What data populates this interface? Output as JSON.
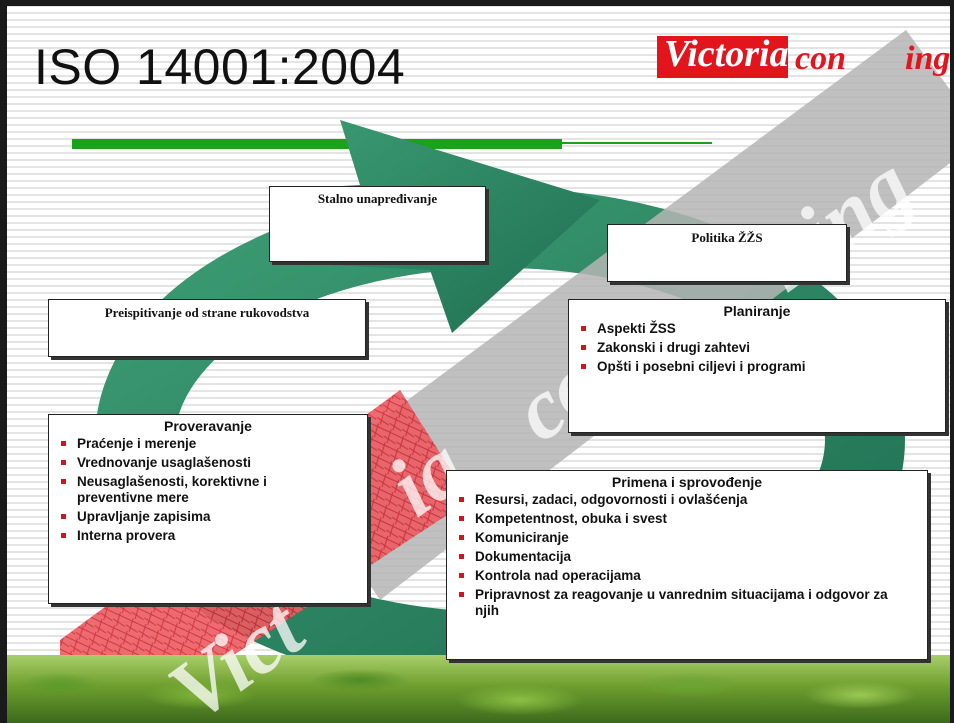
{
  "slide": {
    "title": "ISO 14001:2004",
    "logo": {
      "word1": "Victoria",
      "word2": "con",
      "word3": "ing",
      "brand_color": "#e3151c"
    },
    "watermark": [
      "Vict",
      "ia",
      "co",
      "lting"
    ]
  },
  "colors": {
    "arrow_green": "#2f8a66",
    "accent_bar": "#1aa31a",
    "bullet_red": "#d0161b",
    "watermark_red": "#ec5b62",
    "watermark_gray": "#b5b5b5"
  },
  "boxes": {
    "stalno": {
      "title": "Stalno unapređivanje"
    },
    "politika": {
      "title": "Politika ŽŽS"
    },
    "preispitivanje": {
      "title": "Preispitivanje od strane  rukovodstva"
    },
    "planiranje": {
      "title": "Planiranje",
      "items": [
        "Aspekti ŽSS",
        "Zakonski i drugi zahtevi",
        "Opšti i posebni ciljevi i programi"
      ]
    },
    "proveravanje": {
      "title": "Proveravanje",
      "items": [
        "Praćenje i merenje",
        "Vrednovanje usaglašenosti",
        "Neusaglašenosti, korektivne i preventivne mere",
        "Upravljanje zapisima",
        "Interna provera"
      ]
    },
    "primena": {
      "title": "Primena i sprovođenje",
      "items": [
        "Resursi, zadaci, odgovornosti i ovlašćenja",
        "Kompetentnost, obuka i svest",
        "Komuniciranje",
        "Dokumentacija",
        "Kontrola nad operacijama",
        "Pripravnost za reagovanje u vanrednim situacijama i odgovor za njih"
      ]
    }
  }
}
